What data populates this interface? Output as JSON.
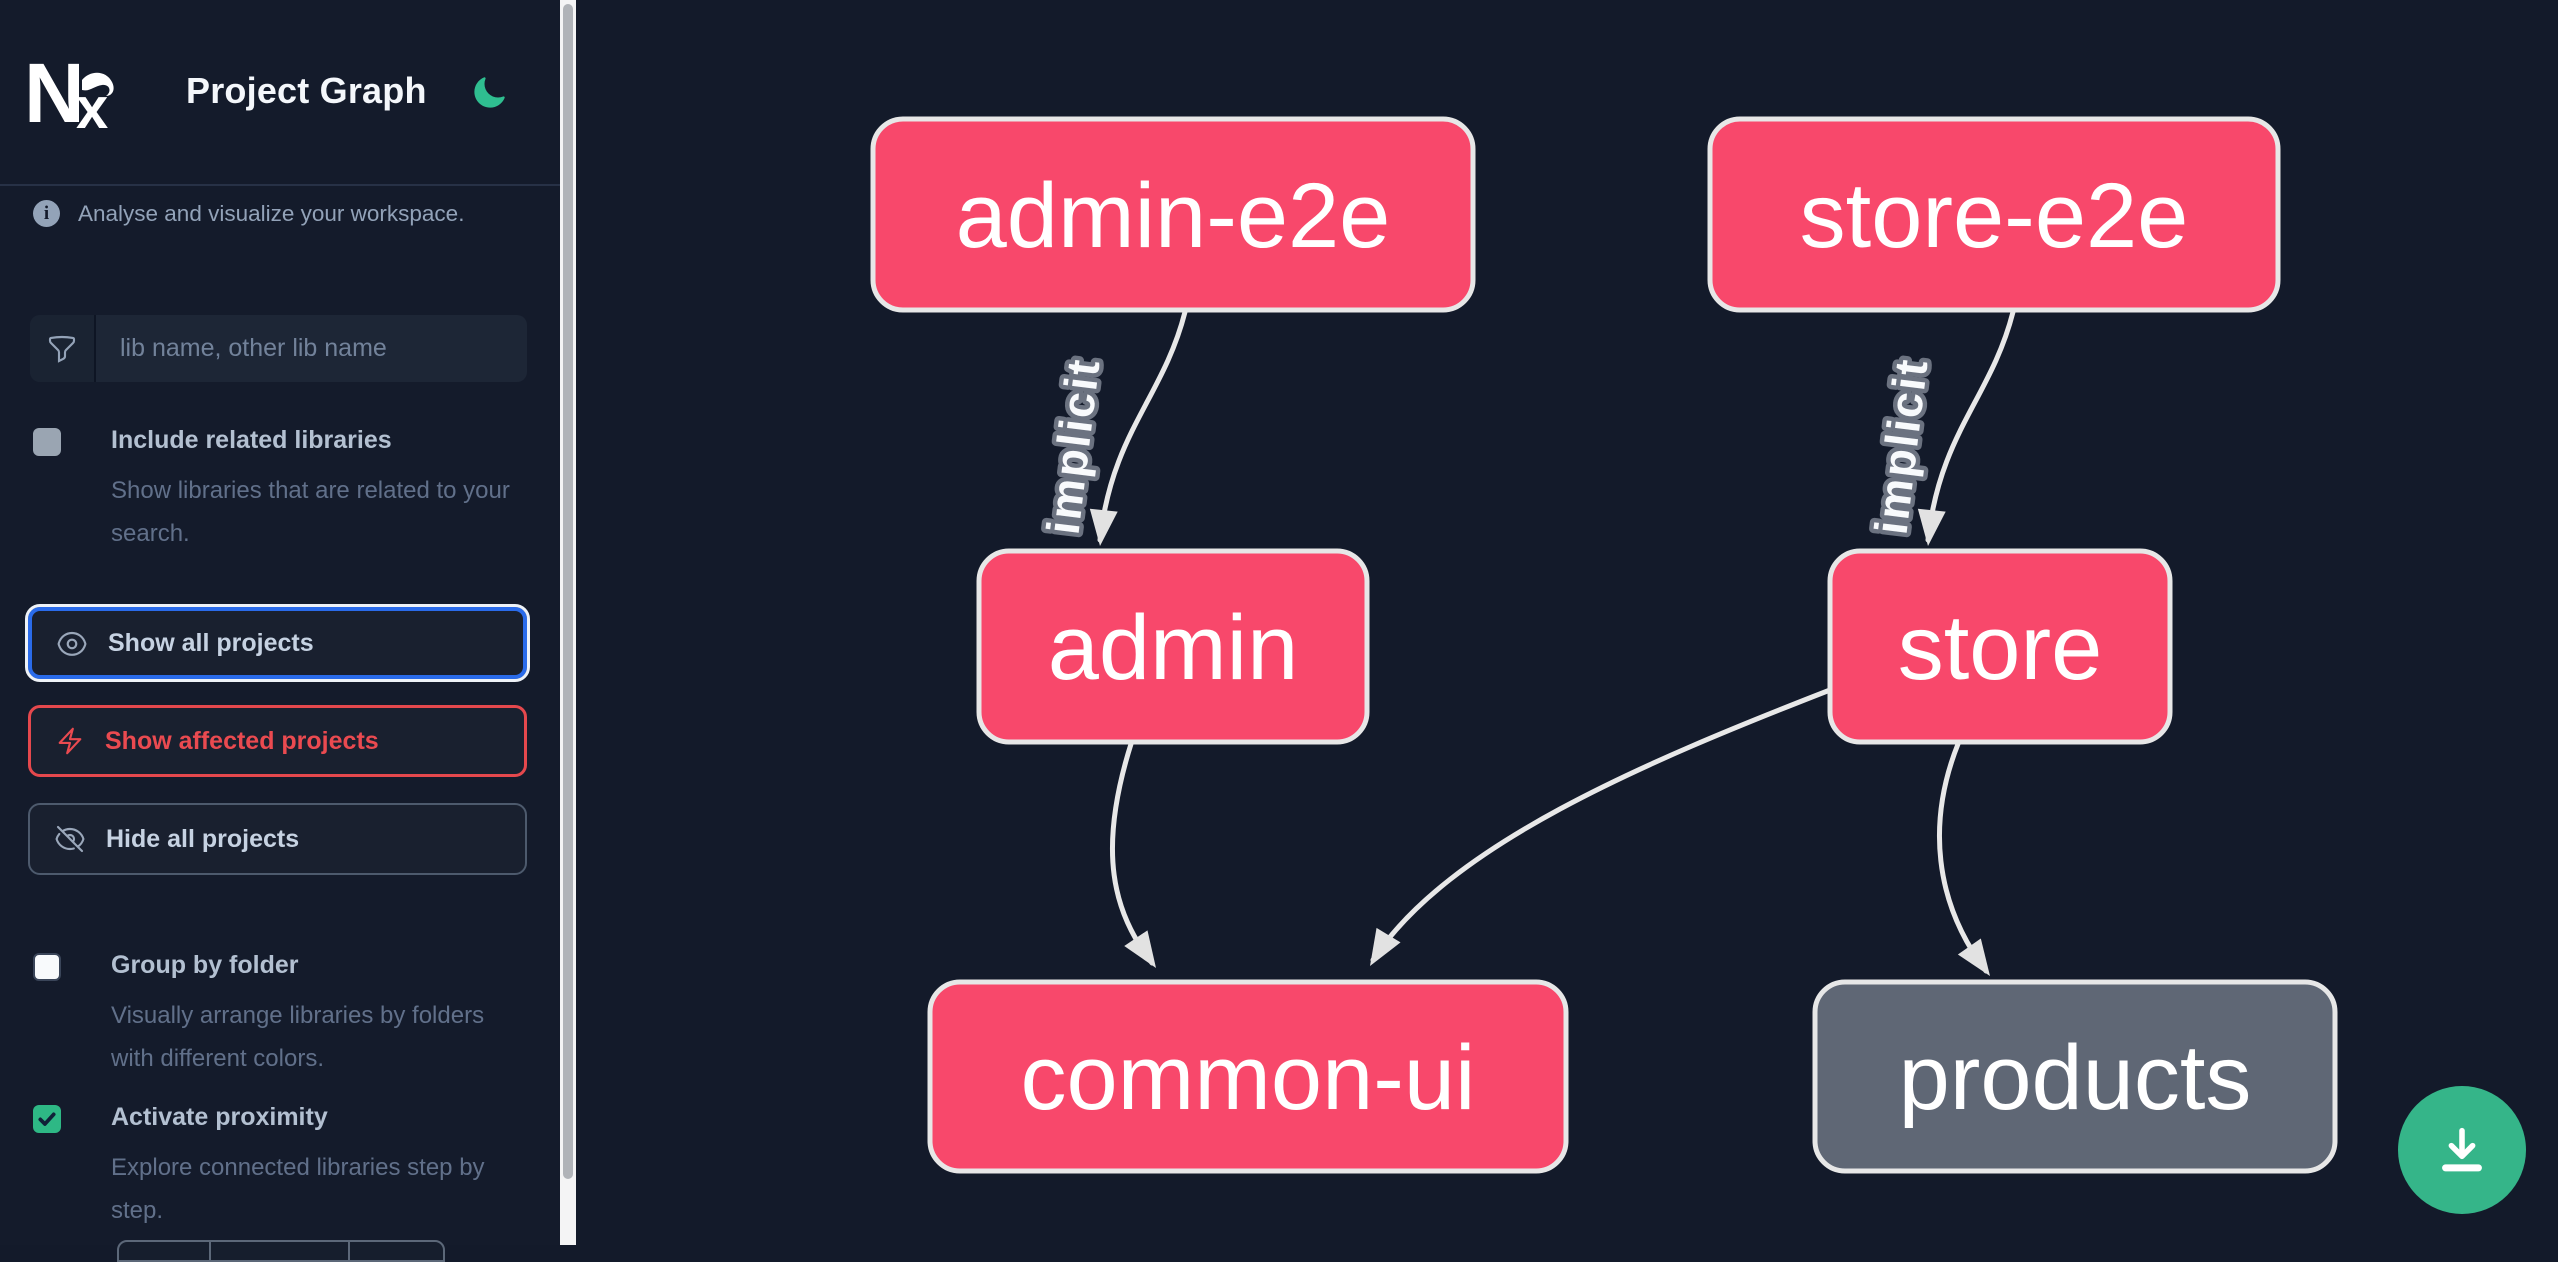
{
  "header": {
    "logo_text": "Nx",
    "app_title": "Project Graph",
    "theme_icon": "moon-icon"
  },
  "sidebar": {
    "tagline": "Analyse and visualize your workspace.",
    "search": {
      "placeholder": "lib name, other lib name",
      "value": ""
    },
    "toggles": [
      {
        "label": "Include related libraries",
        "description": "Show libraries that are related to your search.",
        "checked": false,
        "state": "disabled"
      },
      {
        "label": "Group by folder",
        "description": "Visually arrange libraries by folders with different colors.",
        "checked": false,
        "state": "enabled"
      },
      {
        "label": "Activate proximity",
        "description": "Explore connected libraries step by step.",
        "checked": true,
        "state": "enabled"
      }
    ],
    "actions": [
      {
        "label": "Show all projects",
        "state": "focused"
      },
      {
        "label": "Show affected projects",
        "state": "affected"
      },
      {
        "label": "Hide all projects",
        "state": "default"
      }
    ]
  },
  "graph": {
    "nodes": [
      {
        "id": "admin-e2e",
        "label": "admin-e2e",
        "kind": "app"
      },
      {
        "id": "store-e2e",
        "label": "store-e2e",
        "kind": "app"
      },
      {
        "id": "admin",
        "label": "admin",
        "kind": "app"
      },
      {
        "id": "store",
        "label": "store",
        "kind": "app"
      },
      {
        "id": "common-ui",
        "label": "common-ui",
        "kind": "app"
      },
      {
        "id": "products",
        "label": "products",
        "kind": "lib-unfocused"
      }
    ],
    "edges": [
      {
        "from": "admin-e2e",
        "to": "admin",
        "label": "implicit"
      },
      {
        "from": "store-e2e",
        "to": "store",
        "label": "implicit"
      },
      {
        "from": "admin",
        "to": "common-ui",
        "label": ""
      },
      {
        "from": "store",
        "to": "common-ui",
        "label": ""
      },
      {
        "from": "store",
        "to": "products",
        "label": ""
      }
    ]
  },
  "fab": {
    "icon": "download-icon"
  },
  "colors": {
    "sidebar_bg": "#141b2b",
    "canvas_bg": "#131a2a",
    "node_pink": "#f8486b",
    "node_gray": "#5f6775",
    "node_border": "#e7e7e7",
    "edge": "#e8e8e8",
    "accent_green": "#35b589",
    "focus_blue": "#2a6bea",
    "affected_red": "#e5484d"
  }
}
